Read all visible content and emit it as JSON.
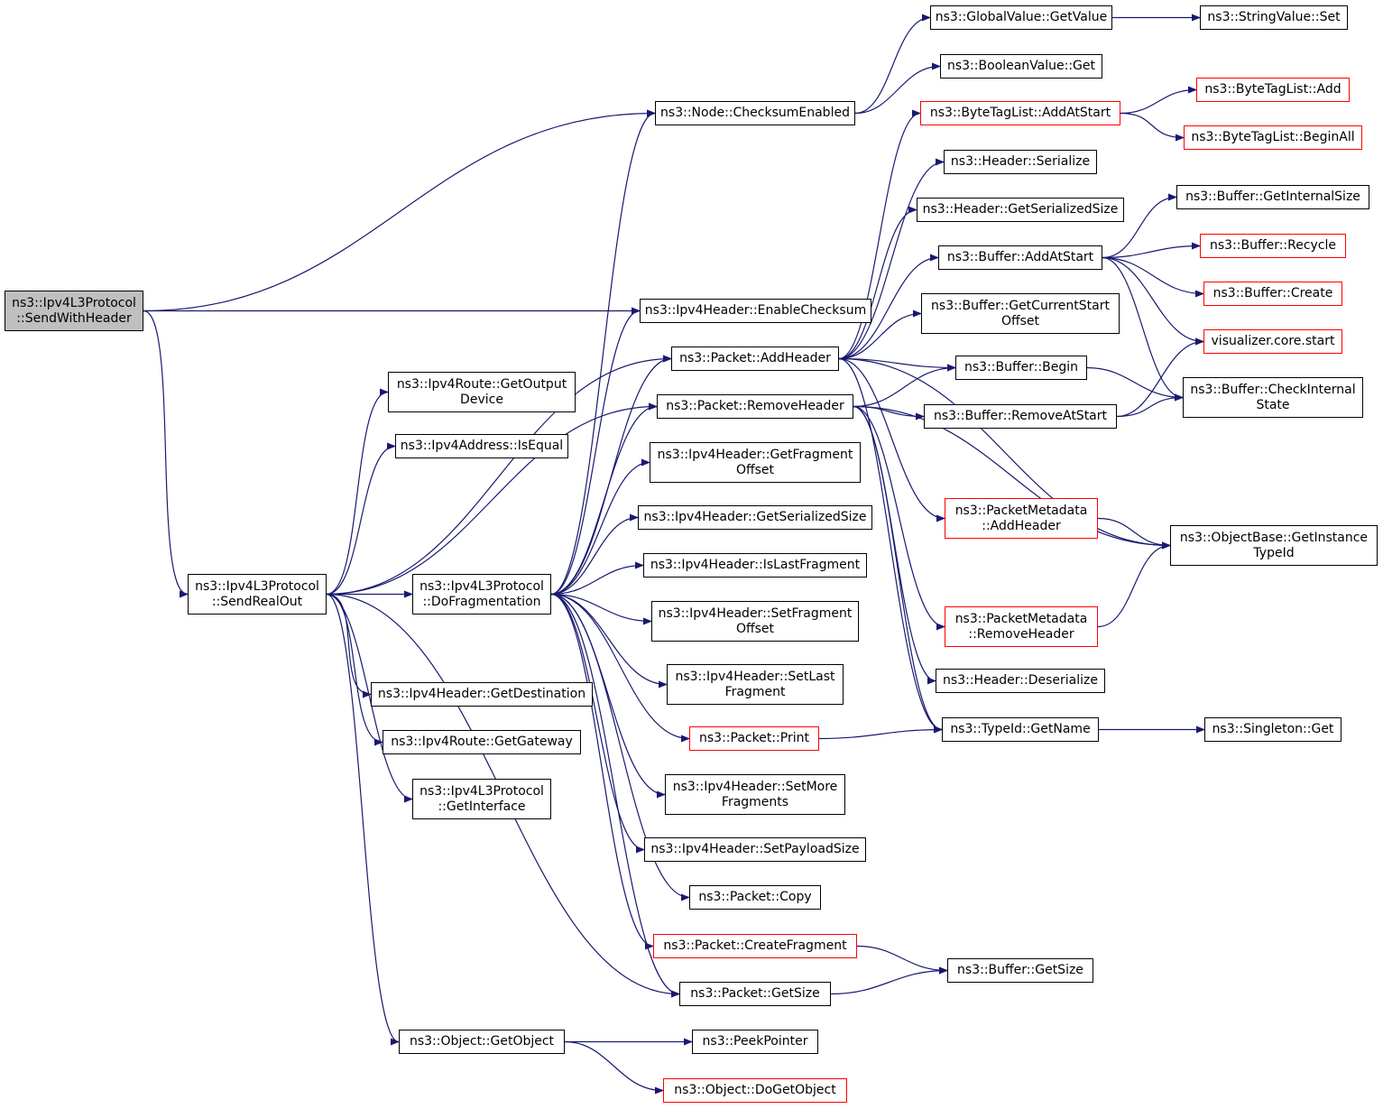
{
  "diagram": {
    "type": "call-graph",
    "edge_color": "#191970",
    "node_border_color": "#000000",
    "incomplete_node_border_color": "#ff0000",
    "root_fill_color": "#bfbfbf",
    "nodes": [
      {
        "id": "root",
        "label": "ns3::Ipv4L3Protocol\n::SendWithHeader",
        "style": "root"
      },
      {
        "id": "checksumEnabled",
        "label": "ns3::Node::ChecksumEnabled",
        "style": "normal"
      },
      {
        "id": "enableChecksum",
        "label": "ns3::Ipv4Header::EnableChecksum",
        "style": "normal"
      },
      {
        "id": "sendRealOut",
        "label": "ns3::Ipv4L3Protocol\n::SendRealOut",
        "style": "normal"
      },
      {
        "id": "globalGetValue",
        "label": "ns3::GlobalValue::GetValue",
        "style": "normal"
      },
      {
        "id": "booleanGet",
        "label": "ns3::BooleanValue::Get",
        "style": "normal"
      },
      {
        "id": "stringSet",
        "label": "ns3::StringValue::Set",
        "style": "normal"
      },
      {
        "id": "getOutputDevice",
        "label": "ns3::Ipv4Route::GetOutput\nDevice",
        "style": "normal"
      },
      {
        "id": "isEqual",
        "label": "ns3::Ipv4Address::IsEqual",
        "style": "normal"
      },
      {
        "id": "doFragmentation",
        "label": "ns3::Ipv4L3Protocol\n::DoFragmentation",
        "style": "normal"
      },
      {
        "id": "getDestination",
        "label": "ns3::Ipv4Header::GetDestination",
        "style": "normal"
      },
      {
        "id": "getGateway",
        "label": "ns3::Ipv4Route::GetGateway",
        "style": "normal"
      },
      {
        "id": "getInterface",
        "label": "ns3::Ipv4L3Protocol\n::GetInterface",
        "style": "normal"
      },
      {
        "id": "getObject",
        "label": "ns3::Object::GetObject",
        "style": "normal"
      },
      {
        "id": "addHeader",
        "label": "ns3::Packet::AddHeader",
        "style": "normal"
      },
      {
        "id": "removeHeader",
        "label": "ns3::Packet::RemoveHeader",
        "style": "normal"
      },
      {
        "id": "getFragmentOffset",
        "label": "ns3::Ipv4Header::GetFragment\nOffset",
        "style": "normal"
      },
      {
        "id": "getSerializedSizeIpv4",
        "label": "ns3::Ipv4Header::GetSerializedSize",
        "style": "normal"
      },
      {
        "id": "isLastFragment",
        "label": "ns3::Ipv4Header::IsLastFragment",
        "style": "normal"
      },
      {
        "id": "setFragmentOffset",
        "label": "ns3::Ipv4Header::SetFragment\nOffset",
        "style": "normal"
      },
      {
        "id": "setLastFragment",
        "label": "ns3::Ipv4Header::SetLast\nFragment",
        "style": "normal"
      },
      {
        "id": "packetPrint",
        "label": "ns3::Packet::Print",
        "style": "incomplete"
      },
      {
        "id": "setMoreFragments",
        "label": "ns3::Ipv4Header::SetMore\nFragments",
        "style": "normal"
      },
      {
        "id": "setPayloadSize",
        "label": "ns3::Ipv4Header::SetPayloadSize",
        "style": "normal"
      },
      {
        "id": "packetCopy",
        "label": "ns3::Packet::Copy",
        "style": "normal"
      },
      {
        "id": "createFragment",
        "label": "ns3::Packet::CreateFragment",
        "style": "incomplete"
      },
      {
        "id": "packetGetSize",
        "label": "ns3::Packet::GetSize",
        "style": "normal"
      },
      {
        "id": "peekPointer",
        "label": "ns3::PeekPointer",
        "style": "normal"
      },
      {
        "id": "doGetObject",
        "label": "ns3::Object::DoGetObject",
        "style": "incomplete"
      },
      {
        "id": "byteTagAddAtStart",
        "label": "ns3::ByteTagList::AddAtStart",
        "style": "incomplete"
      },
      {
        "id": "headerSerialize",
        "label": "ns3::Header::Serialize",
        "style": "normal"
      },
      {
        "id": "headerGetSerializedSize",
        "label": "ns3::Header::GetSerializedSize",
        "style": "normal"
      },
      {
        "id": "bufferAddAtStart",
        "label": "ns3::Buffer::AddAtStart",
        "style": "normal"
      },
      {
        "id": "bufferGetCurrentStartOffset",
        "label": "ns3::Buffer::GetCurrentStart\nOffset",
        "style": "normal"
      },
      {
        "id": "bufferBegin",
        "label": "ns3::Buffer::Begin",
        "style": "normal"
      },
      {
        "id": "bufferRemoveAtStart",
        "label": "ns3::Buffer::RemoveAtStart",
        "style": "normal"
      },
      {
        "id": "metadataAddHeader",
        "label": "ns3::PacketMetadata\n::AddHeader",
        "style": "incomplete"
      },
      {
        "id": "metadataRemoveHeader",
        "label": "ns3::PacketMetadata\n::RemoveHeader",
        "style": "incomplete"
      },
      {
        "id": "headerDeserialize",
        "label": "ns3::Header::Deserialize",
        "style": "normal"
      },
      {
        "id": "typeIdGetName",
        "label": "ns3::TypeId::GetName",
        "style": "normal"
      },
      {
        "id": "bufferGetSize",
        "label": "ns3::Buffer::GetSize",
        "style": "normal"
      },
      {
        "id": "byteTagAdd",
        "label": "ns3::ByteTagList::Add",
        "style": "incomplete"
      },
      {
        "id": "byteTagBeginAll",
        "label": "ns3::ByteTagList::BeginAll",
        "style": "incomplete"
      },
      {
        "id": "bufferGetInternalSize",
        "label": "ns3::Buffer::GetInternalSize",
        "style": "normal"
      },
      {
        "id": "bufferRecycle",
        "label": "ns3::Buffer::Recycle",
        "style": "incomplete"
      },
      {
        "id": "bufferCreate",
        "label": "ns3::Buffer::Create",
        "style": "incomplete"
      },
      {
        "id": "visualizerStart",
        "label": "visualizer.core.start",
        "style": "incomplete"
      },
      {
        "id": "bufferCheckInternalState",
        "label": "ns3::Buffer::CheckInternal\nState",
        "style": "normal"
      },
      {
        "id": "objectBaseGetInstanceTypeId",
        "label": "ns3::ObjectBase::GetInstance\nTypeId",
        "style": "normal"
      },
      {
        "id": "singletonGet",
        "label": "ns3::Singleton::Get",
        "style": "normal"
      }
    ],
    "edges": [
      [
        "root",
        "checksumEnabled"
      ],
      [
        "root",
        "enableChecksum"
      ],
      [
        "root",
        "sendRealOut"
      ],
      [
        "checksumEnabled",
        "globalGetValue"
      ],
      [
        "checksumEnabled",
        "booleanGet"
      ],
      [
        "globalGetValue",
        "stringSet"
      ],
      [
        "sendRealOut",
        "getOutputDevice"
      ],
      [
        "sendRealOut",
        "isEqual"
      ],
      [
        "sendRealOut",
        "addHeader"
      ],
      [
        "sendRealOut",
        "removeHeader"
      ],
      [
        "sendRealOut",
        "doFragmentation"
      ],
      [
        "sendRealOut",
        "packetGetSize"
      ],
      [
        "sendRealOut",
        "getDestination"
      ],
      [
        "sendRealOut",
        "getGateway"
      ],
      [
        "sendRealOut",
        "getInterface"
      ],
      [
        "sendRealOut",
        "getObject"
      ],
      [
        "doFragmentation",
        "checksumEnabled"
      ],
      [
        "doFragmentation",
        "enableChecksum"
      ],
      [
        "doFragmentation",
        "addHeader"
      ],
      [
        "doFragmentation",
        "removeHeader"
      ],
      [
        "doFragmentation",
        "getFragmentOffset"
      ],
      [
        "doFragmentation",
        "getSerializedSizeIpv4"
      ],
      [
        "doFragmentation",
        "isLastFragment"
      ],
      [
        "doFragmentation",
        "setFragmentOffset"
      ],
      [
        "doFragmentation",
        "setLastFragment"
      ],
      [
        "doFragmentation",
        "packetPrint"
      ],
      [
        "doFragmentation",
        "setMoreFragments"
      ],
      [
        "doFragmentation",
        "setPayloadSize"
      ],
      [
        "doFragmentation",
        "packetCopy"
      ],
      [
        "doFragmentation",
        "createFragment"
      ],
      [
        "doFragmentation",
        "packetGetSize"
      ],
      [
        "getObject",
        "peekPointer"
      ],
      [
        "getObject",
        "doGetObject"
      ],
      [
        "addHeader",
        "byteTagAddAtStart"
      ],
      [
        "addHeader",
        "headerSerialize"
      ],
      [
        "addHeader",
        "headerGetSerializedSize"
      ],
      [
        "addHeader",
        "bufferAddAtStart"
      ],
      [
        "addHeader",
        "bufferGetCurrentStartOffset"
      ],
      [
        "addHeader",
        "bufferBegin"
      ],
      [
        "addHeader",
        "metadataAddHeader"
      ],
      [
        "addHeader",
        "objectBaseGetInstanceTypeId"
      ],
      [
        "addHeader",
        "typeIdGetName"
      ],
      [
        "removeHeader",
        "bufferBegin"
      ],
      [
        "removeHeader",
        "bufferRemoveAtStart"
      ],
      [
        "removeHeader",
        "metadataRemoveHeader"
      ],
      [
        "removeHeader",
        "objectBaseGetInstanceTypeId"
      ],
      [
        "removeHeader",
        "headerDeserialize"
      ],
      [
        "removeHeader",
        "typeIdGetName"
      ],
      [
        "packetPrint",
        "typeIdGetName"
      ],
      [
        "createFragment",
        "bufferGetSize"
      ],
      [
        "packetGetSize",
        "bufferGetSize"
      ],
      [
        "byteTagAddAtStart",
        "byteTagAdd"
      ],
      [
        "byteTagAddAtStart",
        "byteTagBeginAll"
      ],
      [
        "bufferAddAtStart",
        "bufferGetInternalSize"
      ],
      [
        "bufferAddAtStart",
        "bufferRecycle"
      ],
      [
        "bufferAddAtStart",
        "bufferCreate"
      ],
      [
        "bufferAddAtStart",
        "visualizerStart"
      ],
      [
        "bufferAddAtStart",
        "bufferCheckInternalState"
      ],
      [
        "bufferBegin",
        "bufferCheckInternalState"
      ],
      [
        "bufferRemoveAtStart",
        "visualizerStart"
      ],
      [
        "bufferRemoveAtStart",
        "bufferCheckInternalState"
      ],
      [
        "metadataAddHeader",
        "objectBaseGetInstanceTypeId"
      ],
      [
        "metadataRemoveHeader",
        "objectBaseGetInstanceTypeId"
      ],
      [
        "typeIdGetName",
        "singletonGet"
      ]
    ]
  }
}
